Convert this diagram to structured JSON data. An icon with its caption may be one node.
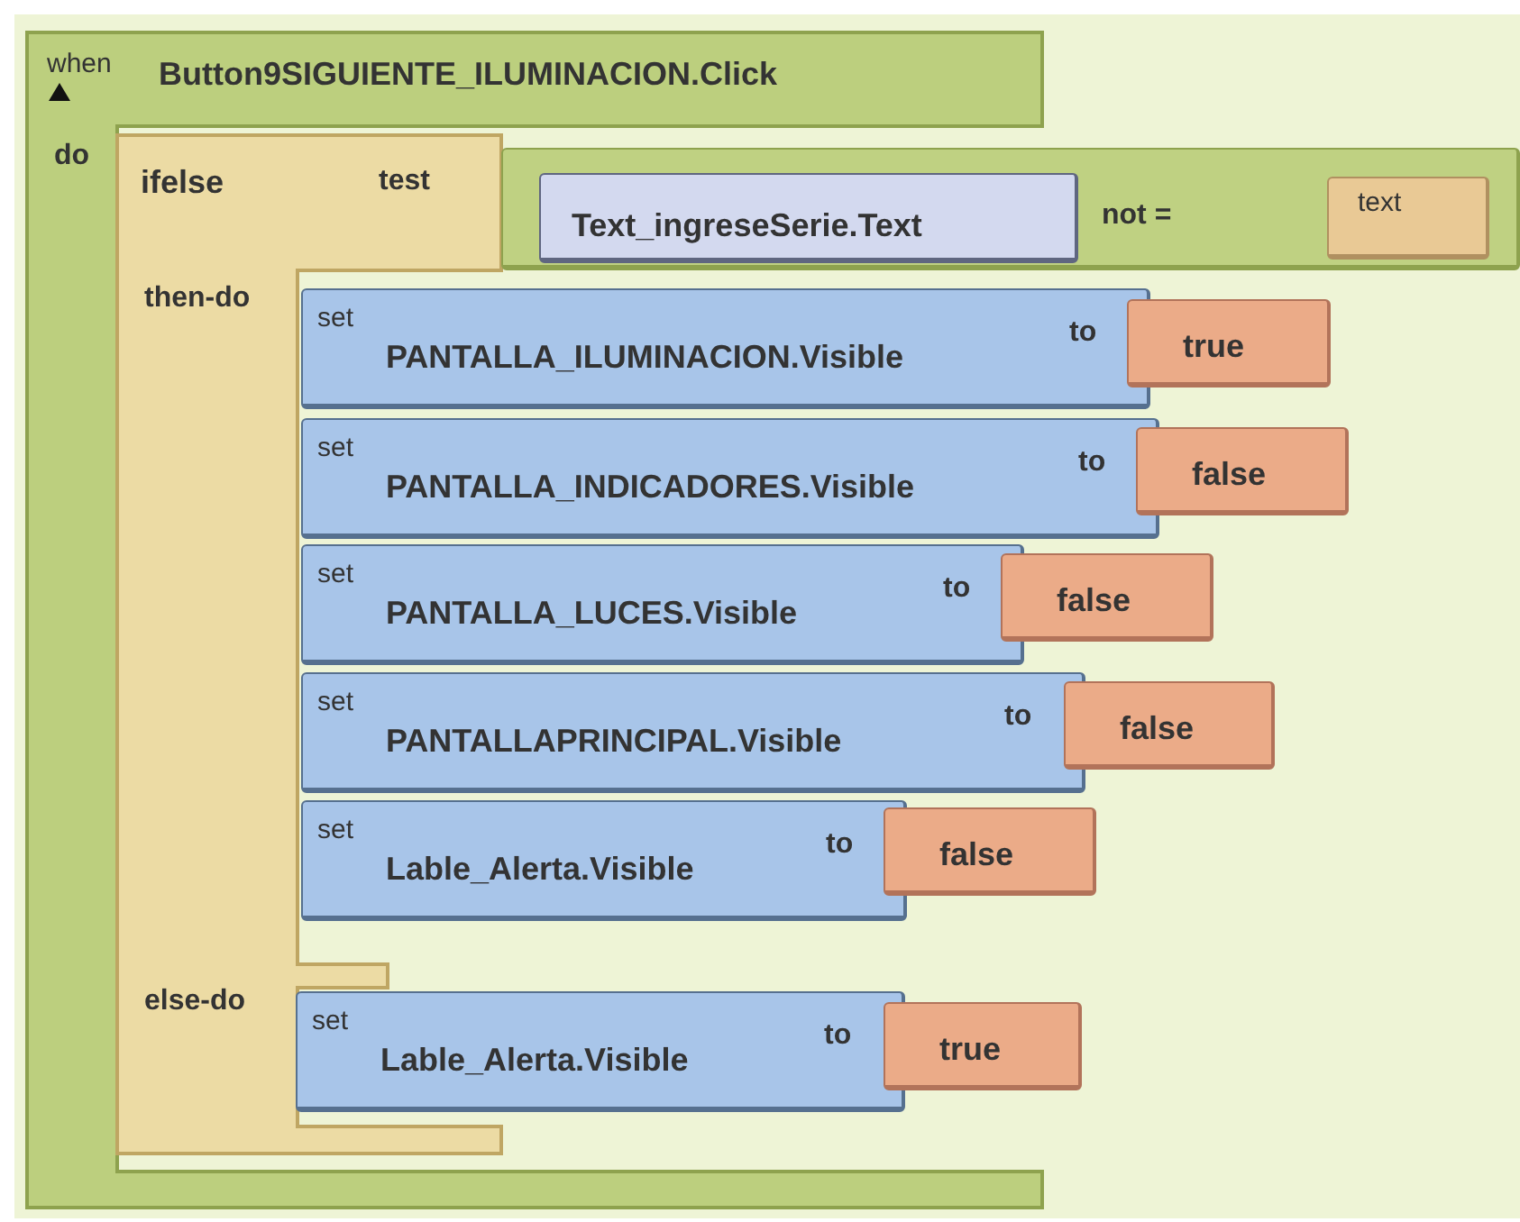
{
  "diagram": {
    "nodes": [
      {
        "text": [
          "when",
          "Button9SIGUIENTE_ILUMINACION.Click",
          "do"
        ]
      },
      {
        "text": [
          "ifelse",
          "test",
          "then-do",
          "else-do"
        ],
        "in": 0
      },
      {
        "text": [
          "not ="
        ]
      },
      {
        "text": [
          "Text_ingreseSerie.Text"
        ],
        "in": 2
      },
      {
        "text": [
          "text"
        ],
        "in": 2
      },
      {
        "text": [
          "set",
          "PANTALLA_ILUMINACION.Visible",
          "to"
        ]
      },
      {
        "text": [
          "true"
        ]
      },
      {
        "text": [
          "set",
          "PANTALLA_INDICADORES.Visible",
          "to"
        ]
      },
      {
        "text": [
          "false"
        ]
      },
      {
        "text": [
          "set",
          "PANTALLA_LUCES.Visible",
          "to"
        ]
      },
      {
        "text": [
          "false"
        ]
      },
      {
        "text": [
          "set",
          "PANTALLAPRINCIPAL.Visible",
          "to"
        ]
      },
      {
        "text": [
          "false"
        ]
      },
      {
        "text": [
          "set",
          "Lable_Alerta.Visible",
          "to"
        ]
      },
      {
        "text": [
          "false"
        ]
      },
      {
        "text": [
          "set",
          "Lable_Alerta.Visible",
          "to"
        ]
      },
      {
        "text": [
          "true"
        ]
      }
    ]
  }
}
